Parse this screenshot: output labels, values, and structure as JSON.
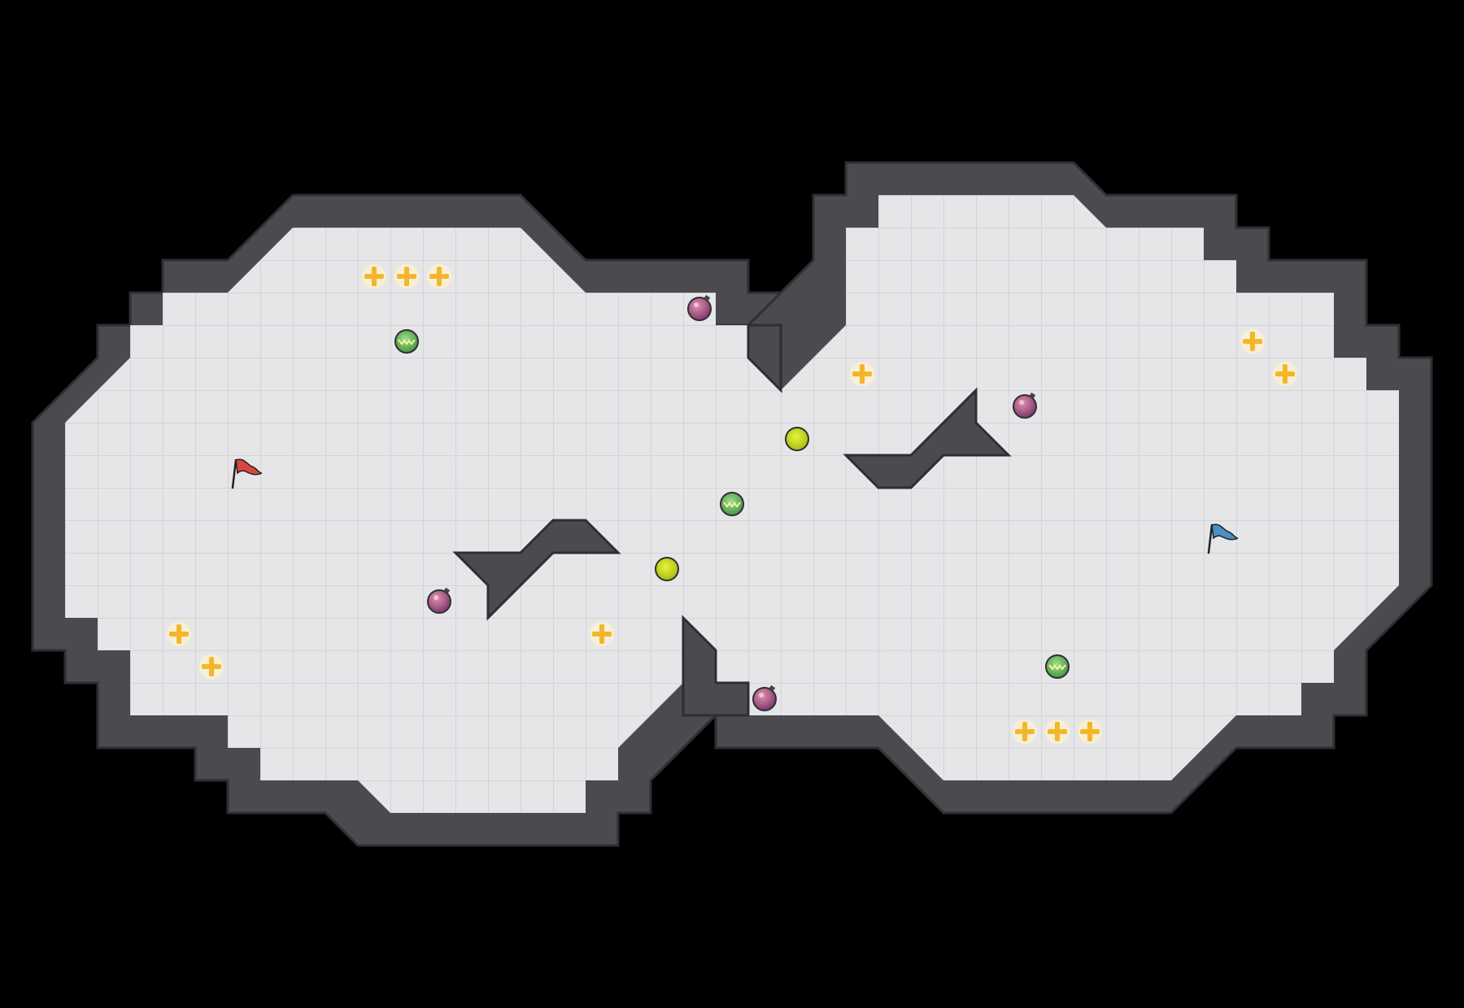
{
  "game": {
    "map_name": "",
    "colors": {
      "background": "#000000",
      "floor": "#e6e6e8",
      "grid": "#c9c9cd",
      "wall": "#4a4a4f",
      "wall_edge": "#2e2e33",
      "powerup_gold": "#f3b62b",
      "bomb": "#b55a86",
      "boost": "#5fb560",
      "button": "#c7dc19",
      "red_flag": "#d9463f",
      "blue_flag": "#4c8fc4"
    },
    "icons": {
      "powerup": "powerup-plus-icon",
      "bomb": "bomb-icon",
      "boost": "boost-pad-icon",
      "button": "gate-button-icon",
      "red_flag": "red-flag-icon",
      "blue_flag": "blue-flag-icon"
    },
    "objects": [
      {
        "kind": "powerup",
        "id": "powerup-1"
      },
      {
        "kind": "powerup",
        "id": "powerup-2"
      },
      {
        "kind": "powerup",
        "id": "powerup-3"
      },
      {
        "kind": "powerup",
        "id": "powerup-4"
      },
      {
        "kind": "powerup",
        "id": "powerup-5"
      },
      {
        "kind": "powerup",
        "id": "powerup-6"
      },
      {
        "kind": "powerup",
        "id": "powerup-7"
      },
      {
        "kind": "powerup",
        "id": "powerup-8"
      },
      {
        "kind": "powerup",
        "id": "powerup-9"
      },
      {
        "kind": "powerup",
        "id": "powerup-10"
      },
      {
        "kind": "powerup",
        "id": "powerup-11"
      },
      {
        "kind": "powerup",
        "id": "powerup-12"
      },
      {
        "kind": "bomb",
        "id": "bomb-1"
      },
      {
        "kind": "bomb",
        "id": "bomb-2"
      },
      {
        "kind": "bomb",
        "id": "bomb-3"
      },
      {
        "kind": "bomb",
        "id": "bomb-4"
      },
      {
        "kind": "boost",
        "id": "boost-1"
      },
      {
        "kind": "boost",
        "id": "boost-2"
      },
      {
        "kind": "boost",
        "id": "boost-3"
      },
      {
        "kind": "button",
        "id": "button-1"
      },
      {
        "kind": "button",
        "id": "button-2"
      },
      {
        "kind": "red_flag",
        "id": "red-flag"
      },
      {
        "kind": "blue_flag",
        "id": "blue-flag"
      }
    ]
  }
}
